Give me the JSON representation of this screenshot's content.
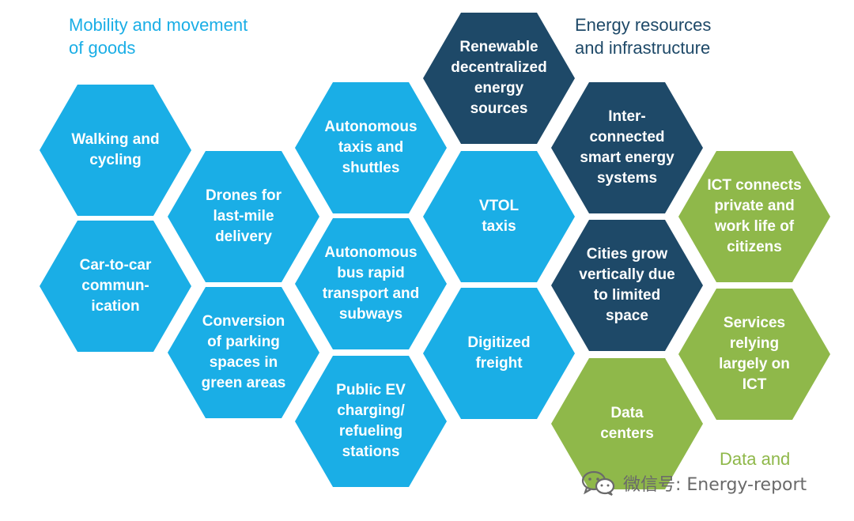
{
  "colors": {
    "mobility": "#1aaee6",
    "energy": "#1e4968",
    "data": "#8fb84a",
    "watermark_text": "#6a6a6a"
  },
  "titles": {
    "mobility": "Mobility and movement\nof goods",
    "energy": "Energy resources\nand infrastructure",
    "data": "Data and"
  },
  "hexes": {
    "walking_cycling": "Walking and\ncycling",
    "car_to_car": "Car-to-car\ncommun-\nication",
    "drones": "Drones for\nlast-mile\ndelivery",
    "parking_conversion": "Conversion\nof parking\nspaces in\ngreen areas",
    "autonomous_taxis": "Autonomous\ntaxis and\nshuttles",
    "autonomous_bus": "Autonomous\nbus rapid\ntransport and\nsubways",
    "public_ev": "Public EV\ncharging/\nrefueling\nstations",
    "vtol": "VTOL\ntaxis",
    "digitized_freight": "Digitized\nfreight",
    "renewable": "Renewable\ndecentralized\nenergy\nsources",
    "interconnected": "Inter-\nconnected\nsmart energy\nsystems",
    "cities_vertical": "Cities grow\nvertically due\nto limited\nspace",
    "data_centers": "Data\ncenters",
    "ict_connects": "ICT connects\nprivate and\nwork life of\ncitizens",
    "services_ict": "Services\nrelying\nlargely on\nICT"
  },
  "watermark": {
    "icon": "wechat-icon",
    "text": "微信号: Energy-report"
  }
}
